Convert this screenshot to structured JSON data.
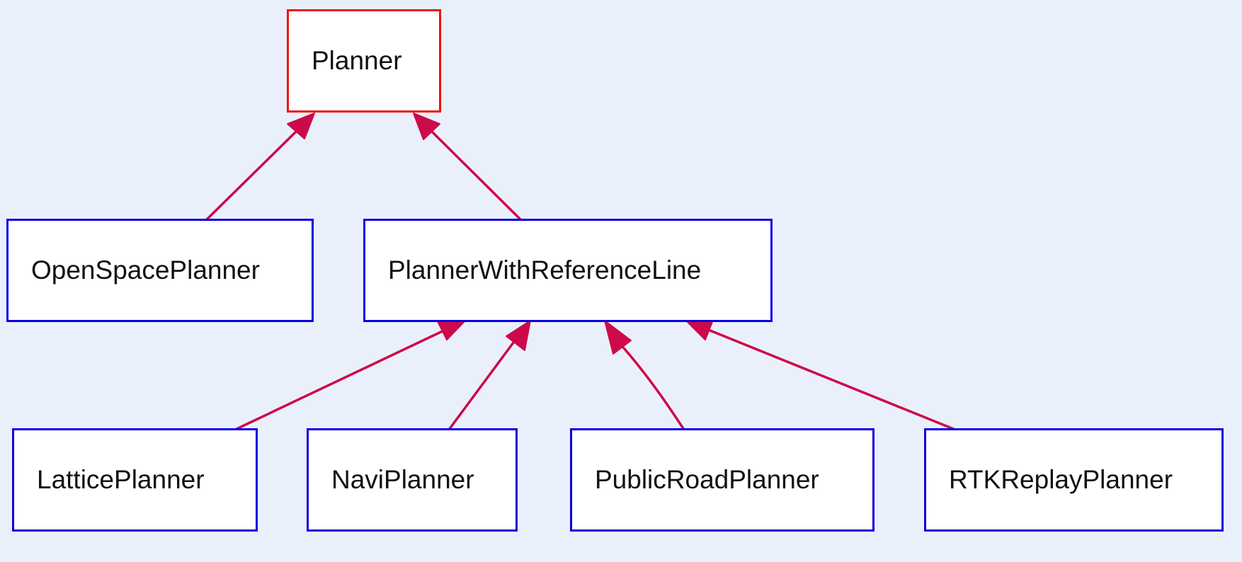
{
  "diagram": {
    "colors": {
      "background": "#eaf0fb",
      "node_fill": "#ffffff",
      "node_border": "#0a00e0",
      "root_border": "#ee1111",
      "edge": "#cc0a4a"
    },
    "nodes": {
      "planner": "Planner",
      "open_space_planner": "OpenSpacePlanner",
      "planner_with_reference_line": "PlannerWithReferenceLine",
      "lattice_planner": "LatticePlanner",
      "navi_planner": "NaviPlanner",
      "public_road_planner": "PublicRoadPlanner",
      "rtk_replay_planner": "RTKReplayPlanner"
    },
    "edges": [
      {
        "from": "OpenSpacePlanner",
        "to": "Planner"
      },
      {
        "from": "PlannerWithReferenceLine",
        "to": "Planner"
      },
      {
        "from": "LatticePlanner",
        "to": "PlannerWithReferenceLine"
      },
      {
        "from": "NaviPlanner",
        "to": "PlannerWithReferenceLine"
      },
      {
        "from": "PublicRoadPlanner",
        "to": "PlannerWithReferenceLine"
      },
      {
        "from": "RTKReplayPlanner",
        "to": "PlannerWithReferenceLine"
      }
    ]
  }
}
